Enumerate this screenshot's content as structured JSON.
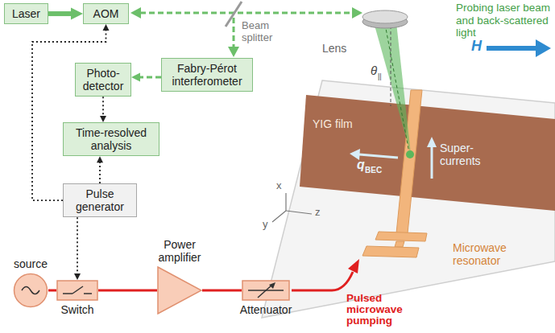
{
  "diagram": {
    "nodes": [
      {
        "text": [
          "Laser"
        ]
      },
      {
        "text": [
          "AOM"
        ]
      },
      {
        "text": [
          "Photo-detector"
        ]
      },
      {
        "text": [
          "Fabry-Pérot interferometer"
        ]
      },
      {
        "text": [
          "Time-resolved analysis"
        ]
      },
      {
        "text": [
          "Pulse generator"
        ]
      },
      {
        "text": [
          "source"
        ]
      },
      {
        "text": [
          "Switch"
        ]
      },
      {
        "text": [
          "Power amplifier"
        ]
      },
      {
        "text": [
          "Attenuator"
        ]
      }
    ],
    "edges": [
      {
        "from": 0,
        "to": 1,
        "arrow": "to"
      },
      {
        "from": 3,
        "to": 2,
        "arrow": "to"
      },
      {
        "from": 2,
        "to": 4,
        "arrow": "to"
      },
      {
        "from": 5,
        "to": 1,
        "arrow": "to"
      },
      {
        "from": 5,
        "to": 4,
        "arrow": "to"
      },
      {
        "from": 5,
        "to": 7,
        "arrow": "to"
      },
      {
        "from": 6,
        "to": 7,
        "arrow": "none"
      },
      {
        "from": 7,
        "to": 8,
        "arrow": "none"
      },
      {
        "from": 8,
        "to": 9,
        "arrow": "none"
      }
    ],
    "labels": [
      "Beam splitter",
      "Lens",
      "Probing laser beam and back-scattered light",
      "θ",
      "||",
      "H",
      "YIG film",
      "q",
      "BEC",
      "Super-currents",
      "x",
      "y",
      "z",
      "Microwave resonator",
      "Pulsed microwave pumping"
    ]
  }
}
